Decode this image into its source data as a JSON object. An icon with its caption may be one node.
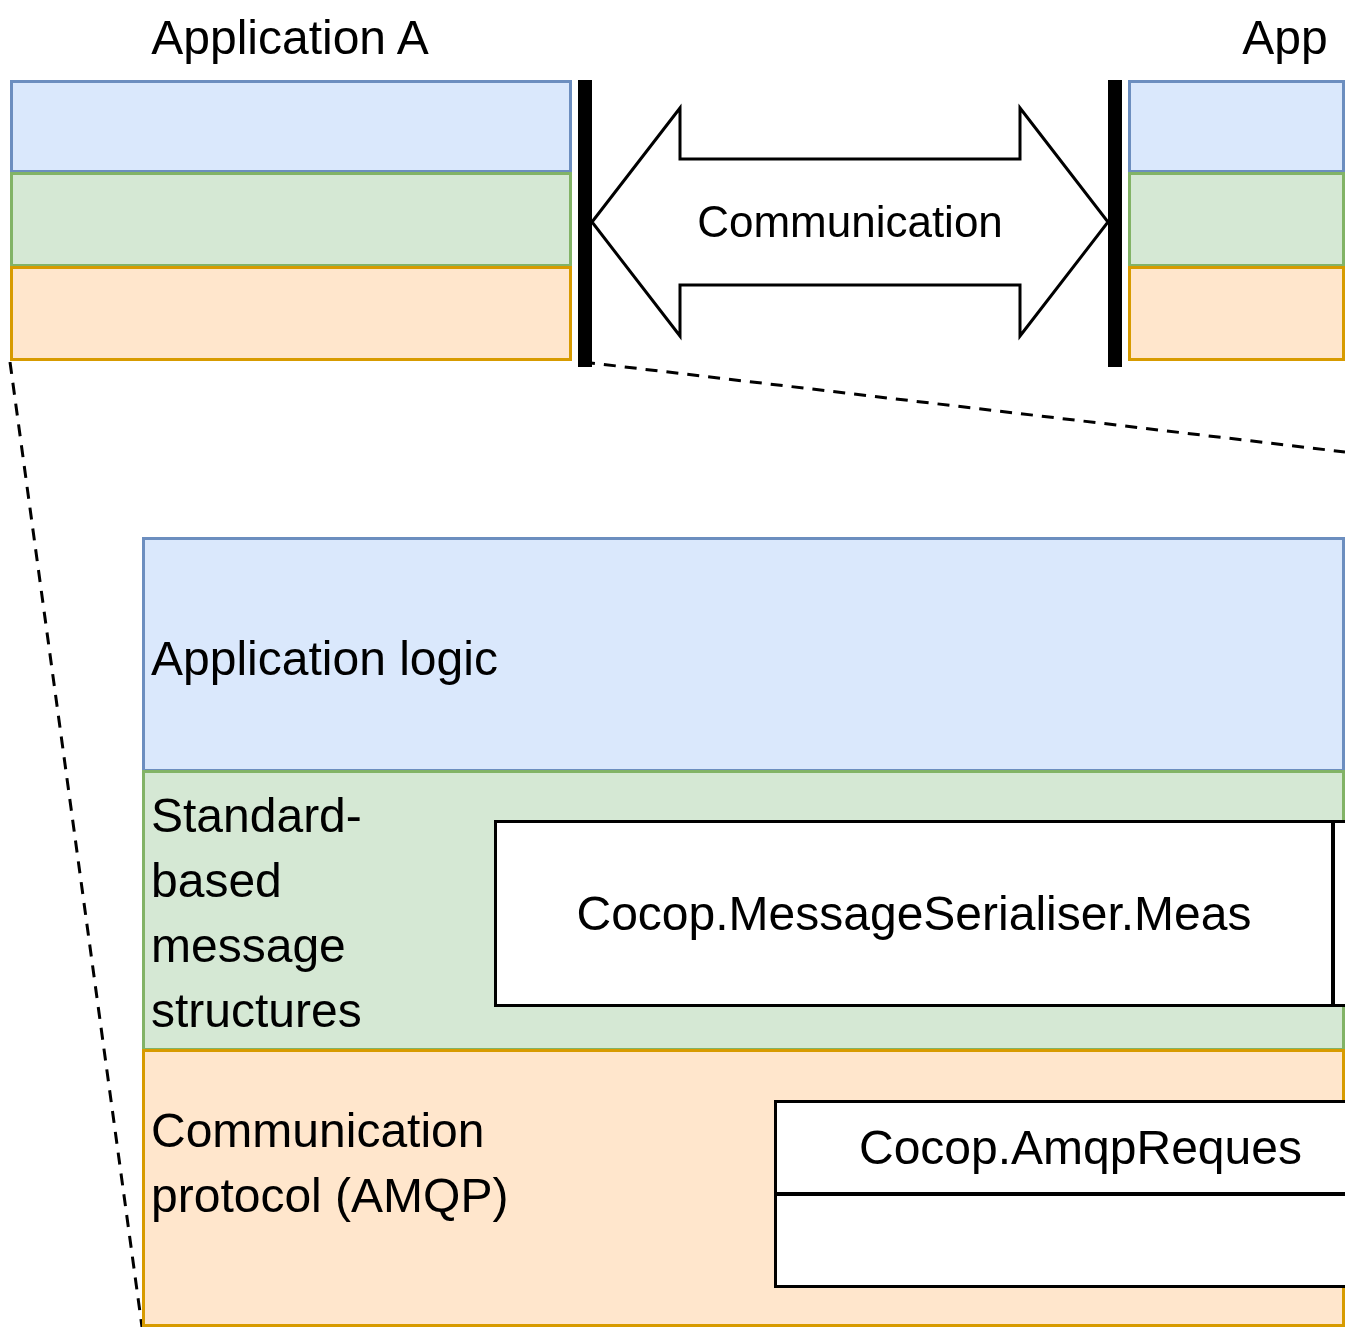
{
  "diagram": {
    "nodes": [
      {
        "text": [
          "Application A"
        ]
      },
      {
        "text": [],
        "shape": "box",
        "in": 0
      },
      {
        "text": [],
        "shape": "box",
        "in": 0
      },
      {
        "text": [],
        "shape": "box",
        "in": 0
      },
      {
        "text": [
          "App"
        ]
      },
      {
        "text": [],
        "shape": "box",
        "in": 4
      },
      {
        "text": [],
        "shape": "box",
        "in": 4
      },
      {
        "text": [],
        "shape": "box",
        "in": 4
      },
      {
        "text": [],
        "shape": "box"
      },
      {
        "text": [
          "Application logic"
        ],
        "in": 8
      },
      {
        "text": [
          "Standard-based message structures"
        ],
        "in": 8
      },
      {
        "text": [
          "Cocop.MessageSerialiser.Meas"
        ],
        "in": 10
      },
      {
        "text": [],
        "shape": "box",
        "in": 10
      },
      {
        "text": [
          "Communication protocol (AMQP)"
        ],
        "in": 8
      },
      {
        "text": [
          "Cocop.AmqpReques"
        ],
        "in": 13
      },
      {
        "text": [],
        "shape": "box",
        "in": 13
      }
    ],
    "edges": [
      {
        "from": 0,
        "to": 4,
        "arrow": "both",
        "label": "Communication"
      },
      {
        "from": 0,
        "to": 8,
        "arrow": "none",
        "style": "dashed"
      },
      {
        "from": 0,
        "to": 8,
        "arrow": "none",
        "style": "dashed"
      }
    ]
  }
}
